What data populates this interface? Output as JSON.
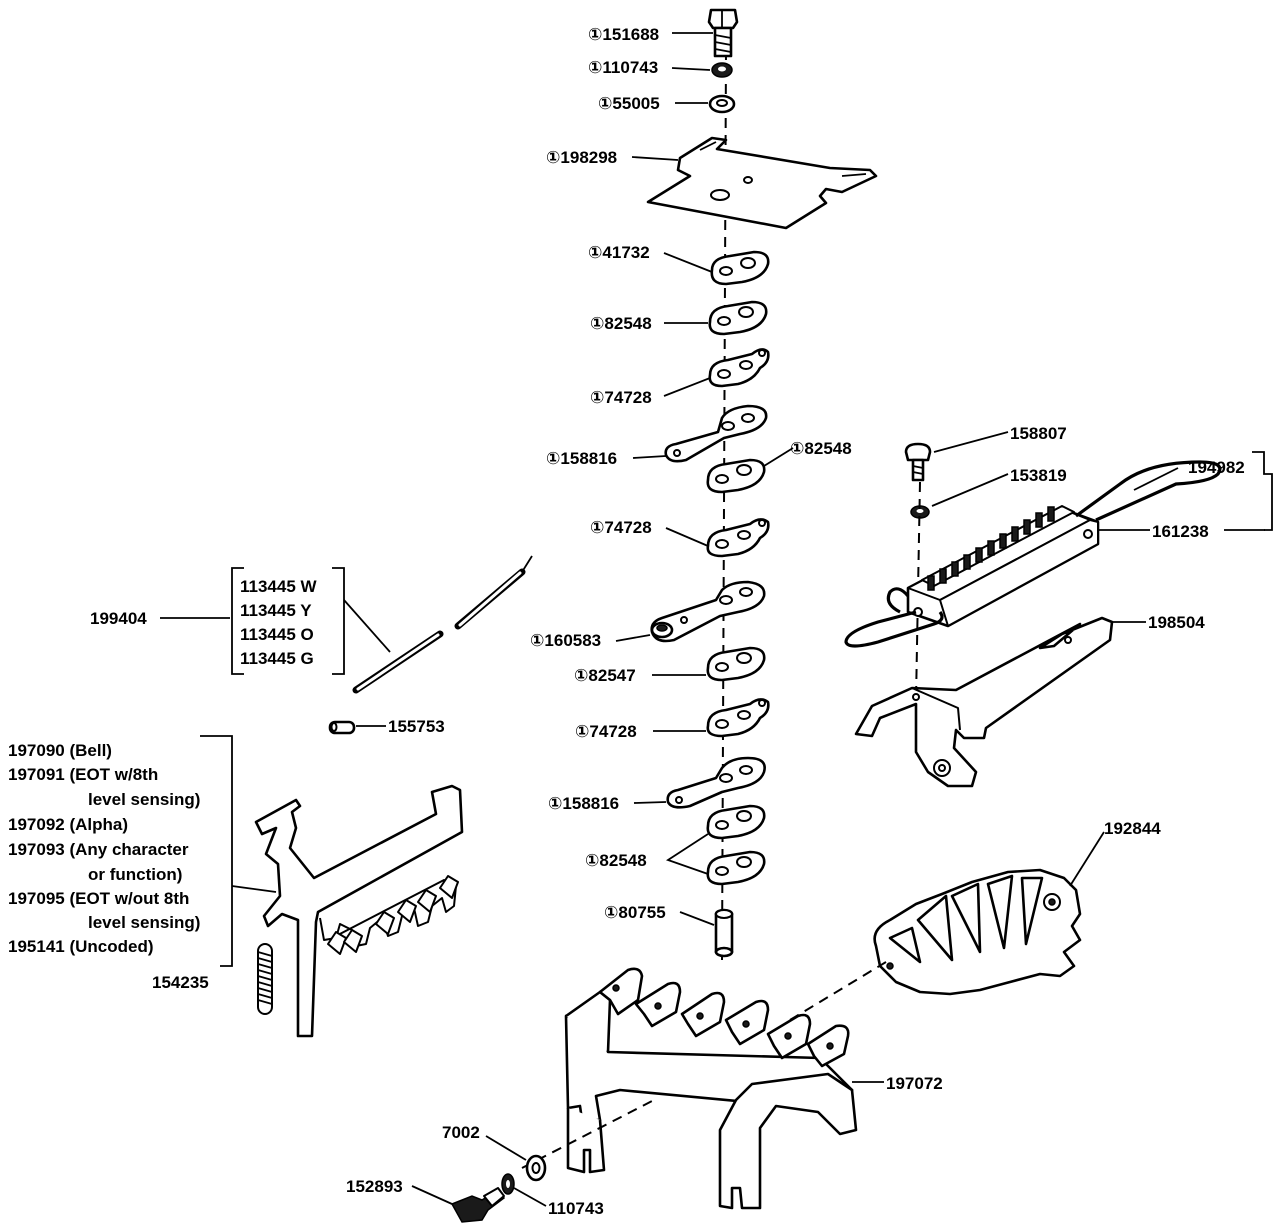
{
  "labels": {
    "p151688": "151688",
    "p110743_top": "110743",
    "p55005": "55005",
    "p198298": "198298",
    "p41732": "41732",
    "p82548_a": "82548",
    "p74728_a": "74728",
    "p158816_a": "158816",
    "p82548_b": "82548",
    "p74728_b": "74728",
    "p160583": "160583",
    "p82547": "82547",
    "p74728_c": "74728",
    "p158816_b": "158816",
    "p82548_c": "82548",
    "p80755": "80755",
    "p158807": "158807",
    "p153819": "153819",
    "p194982": "194982",
    "p161238": "161238",
    "p198504": "198504",
    "p192844": "192844",
    "p197072": "197072",
    "p7002": "7002",
    "p152893": "152893",
    "p110743_bottom": "110743",
    "p199404": "199404",
    "p155753": "155753",
    "p154235": "154235"
  },
  "wire_variants": [
    "113445 W",
    "113445 Y",
    "113445 O",
    "113445 G"
  ],
  "code_bar_variants": [
    "197090 (Bell)",
    "197091 (EOT w/8th",
    "level sensing)",
    "197092 (Alpha)",
    "197093 (Any character",
    "or function)",
    "197095 (EOT w/out 8th",
    "level sensing)",
    "195141 (Uncoded)"
  ],
  "circled_one_marker": "①",
  "icons": {
    "screw": "screw-icon",
    "washer": "washer-icon",
    "nut": "nut-icon",
    "spring": "spring-icon"
  }
}
